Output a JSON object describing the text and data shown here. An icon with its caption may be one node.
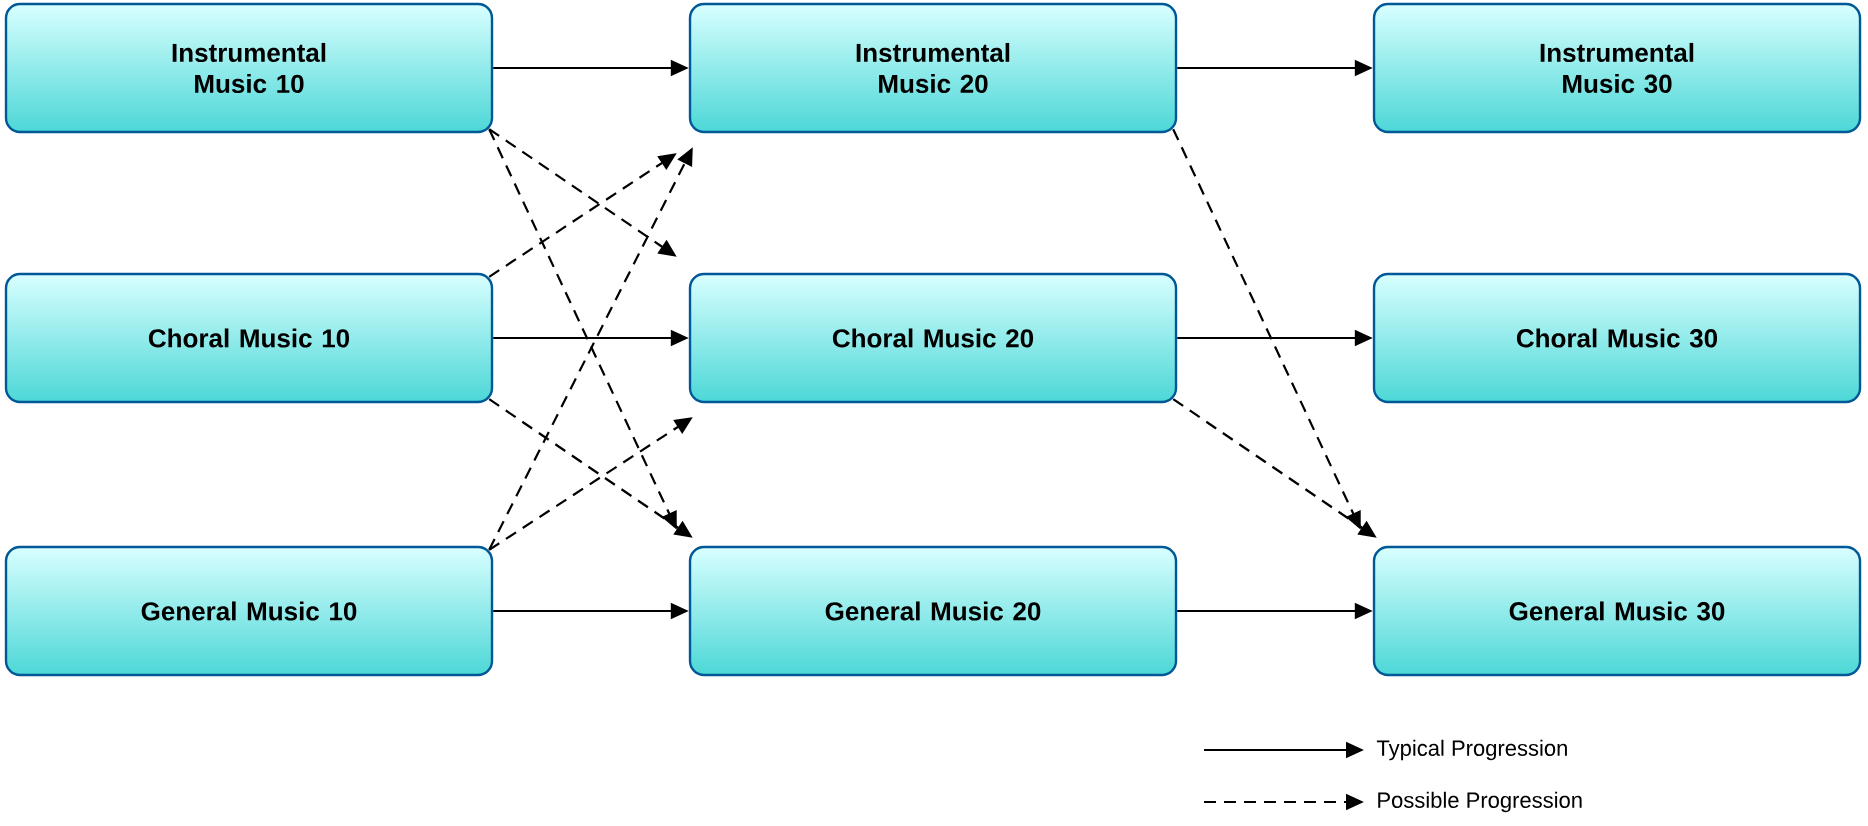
{
  "diagram": {
    "nodes": [
      {
        "text": [
          "Instrumental Music 10"
        ]
      },
      {
        "text": [
          "Choral Music 10"
        ]
      },
      {
        "text": [
          "General Music 10"
        ]
      },
      {
        "text": [
          "Instrumental Music 20"
        ]
      },
      {
        "text": [
          "Choral Music 20"
        ]
      },
      {
        "text": [
          "General Music 20"
        ]
      },
      {
        "text": [
          "Instrumental Music 30"
        ]
      },
      {
        "text": [
          "Choral Music 30"
        ]
      },
      {
        "text": [
          "General Music 30"
        ]
      }
    ],
    "edges": [
      {
        "from": 0,
        "to": 3,
        "arrow": "to"
      },
      {
        "from": 3,
        "to": 6,
        "arrow": "to"
      },
      {
        "from": 1,
        "to": 4,
        "arrow": "to"
      },
      {
        "from": 4,
        "to": 7,
        "arrow": "to"
      },
      {
        "from": 2,
        "to": 5,
        "arrow": "to"
      },
      {
        "from": 5,
        "to": 8,
        "arrow": "to"
      },
      {
        "from": 0,
        "to": 4,
        "arrow": "to",
        "style": "dashed"
      },
      {
        "from": 0,
        "to": 5,
        "arrow": "to",
        "style": "dashed"
      },
      {
        "from": 1,
        "to": 3,
        "arrow": "to",
        "style": "dashed"
      },
      {
        "from": 1,
        "to": 5,
        "arrow": "to",
        "style": "dashed"
      },
      {
        "from": 2,
        "to": 3,
        "arrow": "to",
        "style": "dashed"
      },
      {
        "from": 2,
        "to": 4,
        "arrow": "to",
        "style": "dashed"
      },
      {
        "from": 3,
        "to": 8,
        "arrow": "to",
        "style": "dashed"
      },
      {
        "from": 4,
        "to": 8,
        "arrow": "to",
        "style": "dashed"
      }
    ],
    "legend": [
      {
        "text": "Typical Progression"
      },
      {
        "text": "Possible Progression"
      }
    ]
  }
}
